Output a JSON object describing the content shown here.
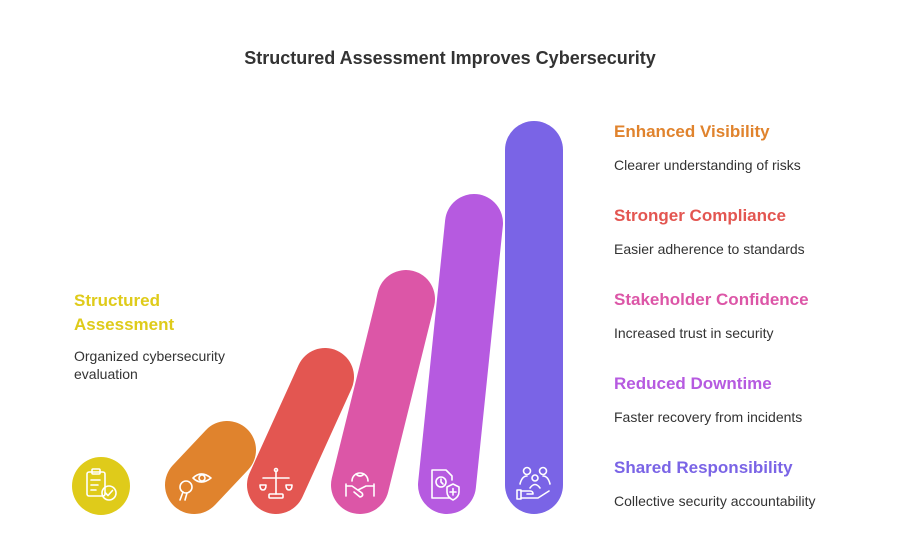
{
  "title": "Structured Assessment Improves Cybersecurity",
  "colors": {
    "yellow": "#dfcb1a",
    "orange": "#e0832d",
    "red": "#e35651",
    "pink": "#dc56a7",
    "purple": "#b65ae0",
    "indigo": "#7a64e6",
    "text": "#333333"
  },
  "start": {
    "heading_line1": "Structured",
    "heading_line2": "Assessment",
    "description_line1": "Organized cybersecurity",
    "description_line2": "evaluation",
    "icon": "clipboard-check-icon"
  },
  "steps": [
    {
      "heading": "Enhanced Visibility",
      "description": "Clearer understanding of risks",
      "icon": "eye-magnify-icon"
    },
    {
      "heading": "Stronger Compliance",
      "description": "Easier adherence to standards",
      "icon": "scales-icon"
    },
    {
      "heading": "Stakeholder Confidence",
      "description": "Increased trust in security",
      "icon": "globe-handshake-icon"
    },
    {
      "heading": "Reduced Downtime",
      "description": "Faster recovery from incidents",
      "icon": "clock-shield-icon"
    },
    {
      "heading": "Shared Responsibility",
      "description": "Collective security accountability",
      "icon": "people-hand-icon"
    }
  ]
}
